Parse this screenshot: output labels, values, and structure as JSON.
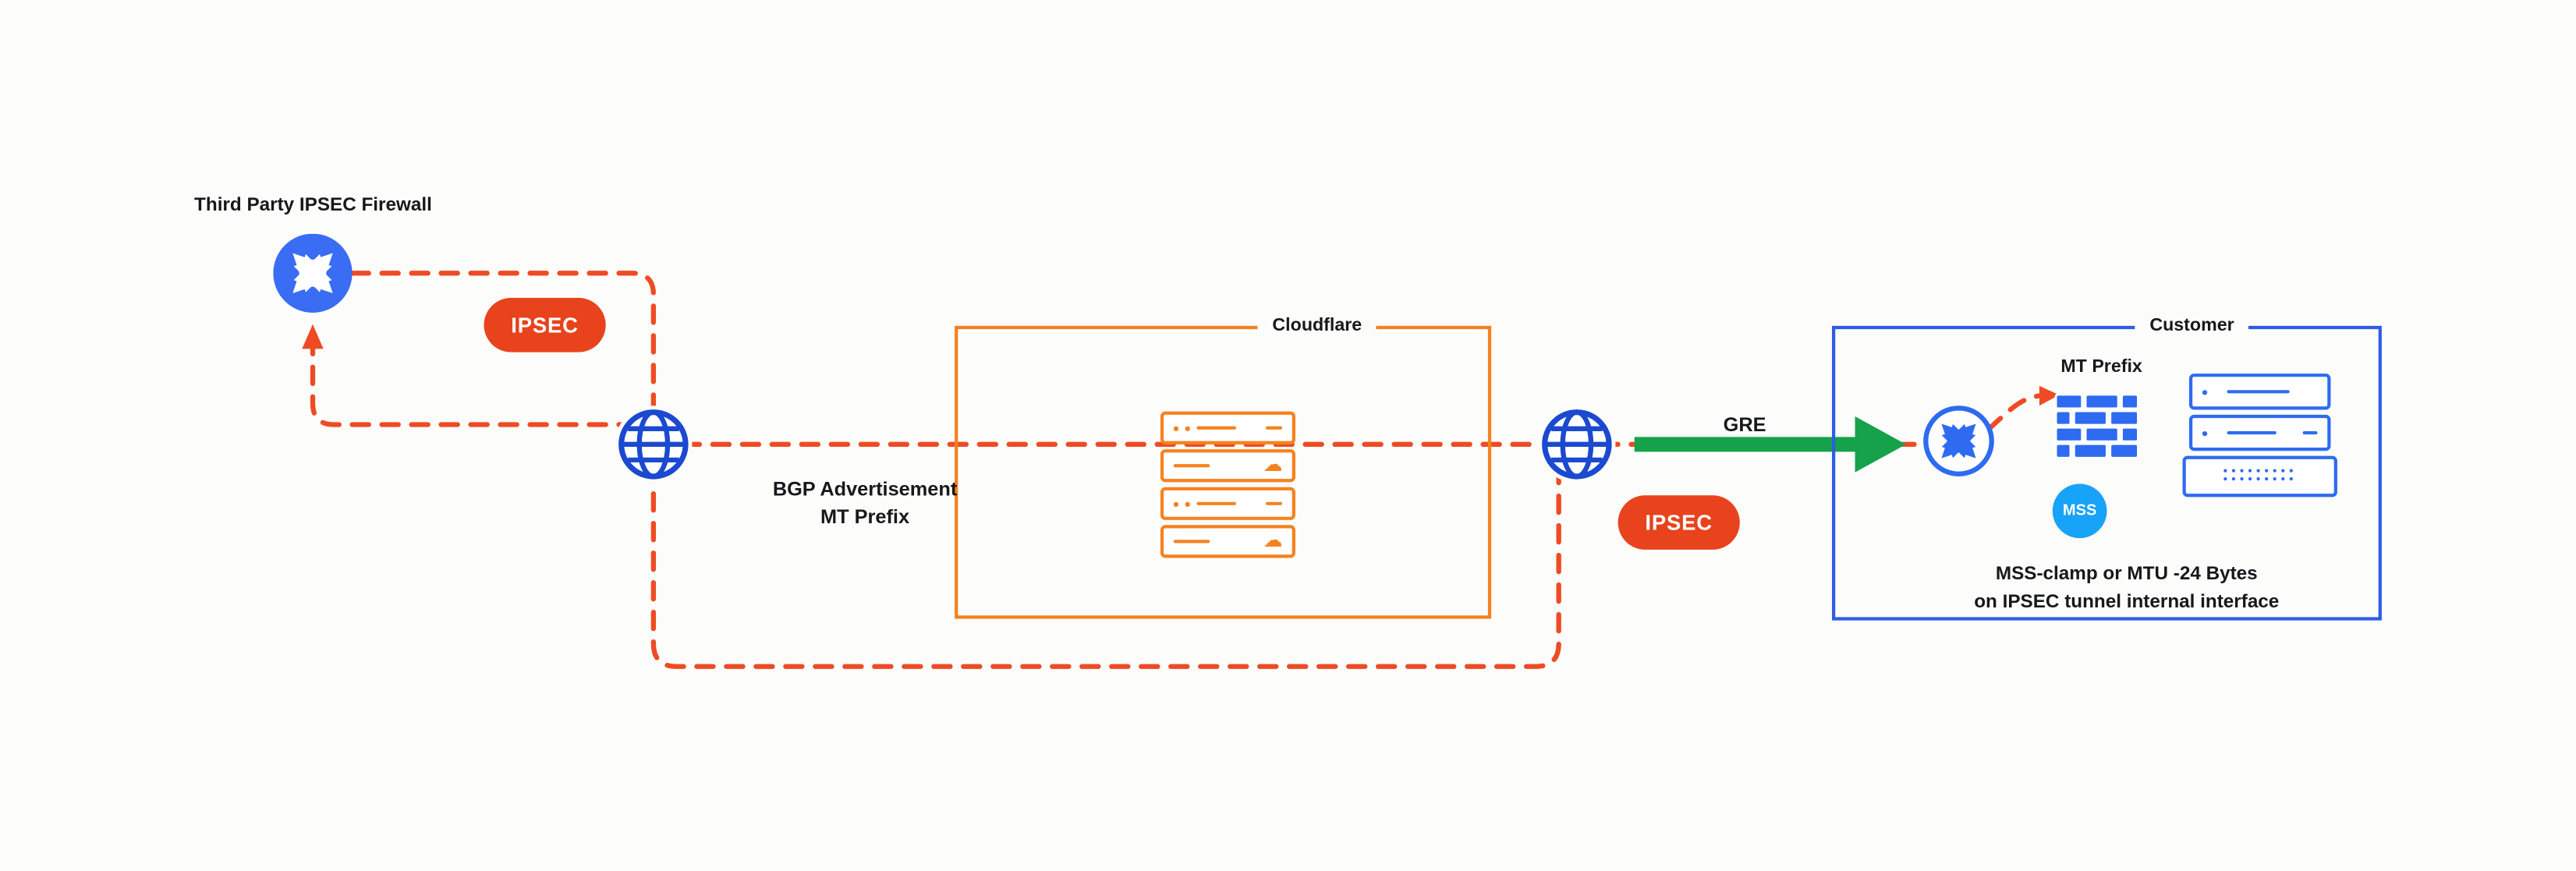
{
  "labels": {
    "firewall_title": "Third Party IPSEC Firewall",
    "ipsec_left": "IPSEC",
    "ipsec_right": "IPSEC",
    "bgp_line1": "BGP Advertisement",
    "bgp_line2": "MT Prefix",
    "cloudflare_box": "Cloudflare",
    "customer_box": "Customer",
    "gre": "GRE",
    "mt_prefix": "MT Prefix",
    "mss": "MSS",
    "note_line1": "MSS-clamp or MTU -24 Bytes",
    "note_line2": "on IPSEC tunnel internal interface"
  },
  "icons": {
    "cloud_glyph": "☁",
    "names": [
      "router-icon",
      "globe-icon",
      "server-stack-icon",
      "firewall-bricks-icon",
      "cloud-icon"
    ]
  },
  "colors": {
    "dashed_tunnel_line": "#ee4b24",
    "ipsec_badge": "#e8431d",
    "cloudflare_box_border": "#f48120",
    "customer_box_border": "#2e5ce6",
    "globe_blue": "#1b49d0",
    "router_fill_blue": "#3a6cf4",
    "mss_badge_blue": "#17a3f7",
    "gre_arrow_green": "#15a24a",
    "background": "#fcfcfa"
  }
}
